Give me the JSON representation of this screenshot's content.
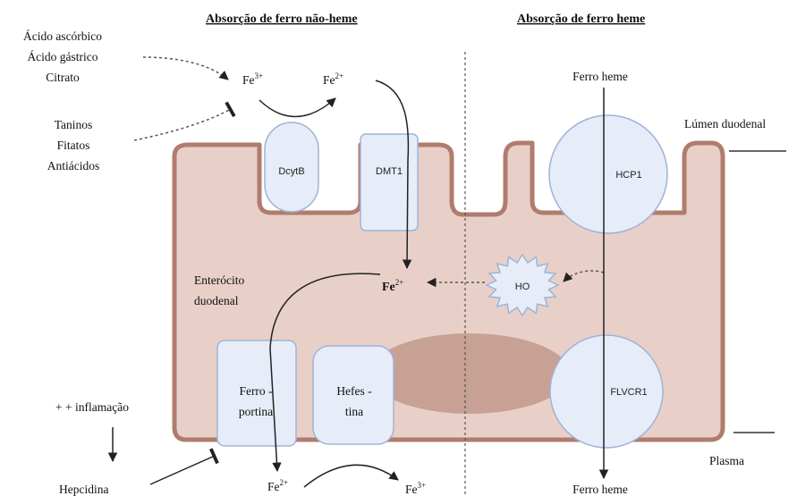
{
  "headings": {
    "nonheme": "Absorção de ferro não-heme",
    "heme": "Absorção de ferro heme"
  },
  "enhancers": [
    "Ácido ascórbico",
    "Ácido gástrico",
    "Citrato"
  ],
  "inhibitors": [
    "Taninos",
    "Fitatos",
    "Antiácidos"
  ],
  "ions": {
    "fe3_top": {
      "base": "Fe",
      "sup": "3+"
    },
    "fe2_top": {
      "base": "Fe",
      "sup": "2+"
    },
    "fe2_center": {
      "base": "Fe",
      "sup": "2+"
    },
    "fe2_bottom": {
      "base": "Fe",
      "sup": "2+"
    },
    "fe3_bottom": {
      "base": "Fe",
      "sup": "3+"
    }
  },
  "proteins": {
    "dcytb": "DcytB",
    "dmt1": "DMT1",
    "hcp1": "HCP1",
    "ho": "HO",
    "flvcr1": "FLVCR1",
    "ferroportina": [
      "Ferro -",
      "portina"
    ],
    "hefestina": [
      "Hefes -",
      "tina"
    ]
  },
  "labels": {
    "enterocyte": [
      "Enterócito",
      "duodenal"
    ],
    "heme_top": "Ferro heme",
    "heme_bottom": "Ferro heme",
    "lumen": "Lúmen duodenal",
    "plasma": "Plasma",
    "inflammation": "+ + inflamação",
    "hepcidin": "Hepcidina"
  },
  "colors": {
    "cell_fill": "#e8d0c8",
    "cell_stroke": "#b07c6e",
    "nucleus": "#c8a195",
    "protein_fill": "#e6edf8",
    "protein_stroke": "#9fb3d6"
  }
}
